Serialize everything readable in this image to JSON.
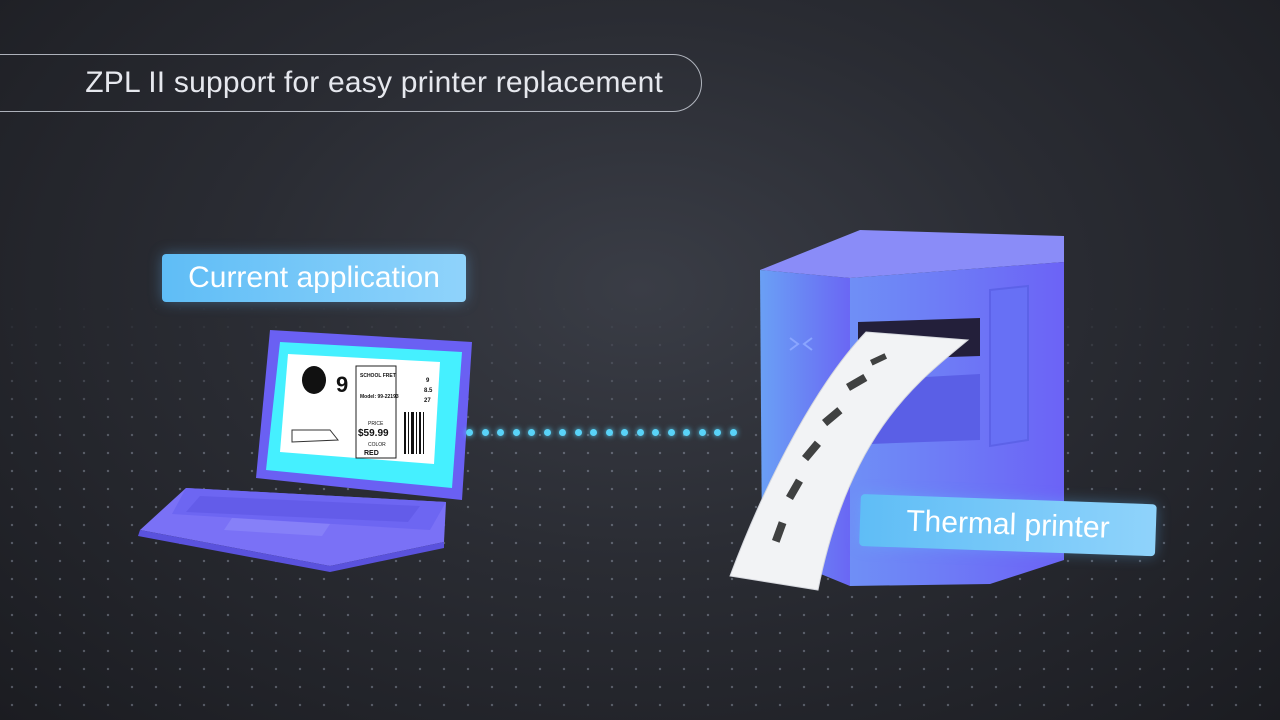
{
  "header": {
    "title": "ZPL II support for easy printer replacement"
  },
  "labels": {
    "current_application": "Current application",
    "thermal_printer": "Thermal printer"
  },
  "label_on_screen": {
    "size": "9",
    "product": "SCHOOL FRET",
    "model": "Model: 99-22193",
    "price_label": "PRICE",
    "price": "$59.99",
    "color_label": "COLOR",
    "color": "RED",
    "size_us": "9",
    "size_uk": "8.5",
    "size_eu": "27"
  },
  "colors": {
    "device_blue": "#6b62f5",
    "screen_cyan": "#4ff3ff",
    "accent_cyan": "#59d3f8",
    "tag_blue": "#6cc4f7"
  }
}
